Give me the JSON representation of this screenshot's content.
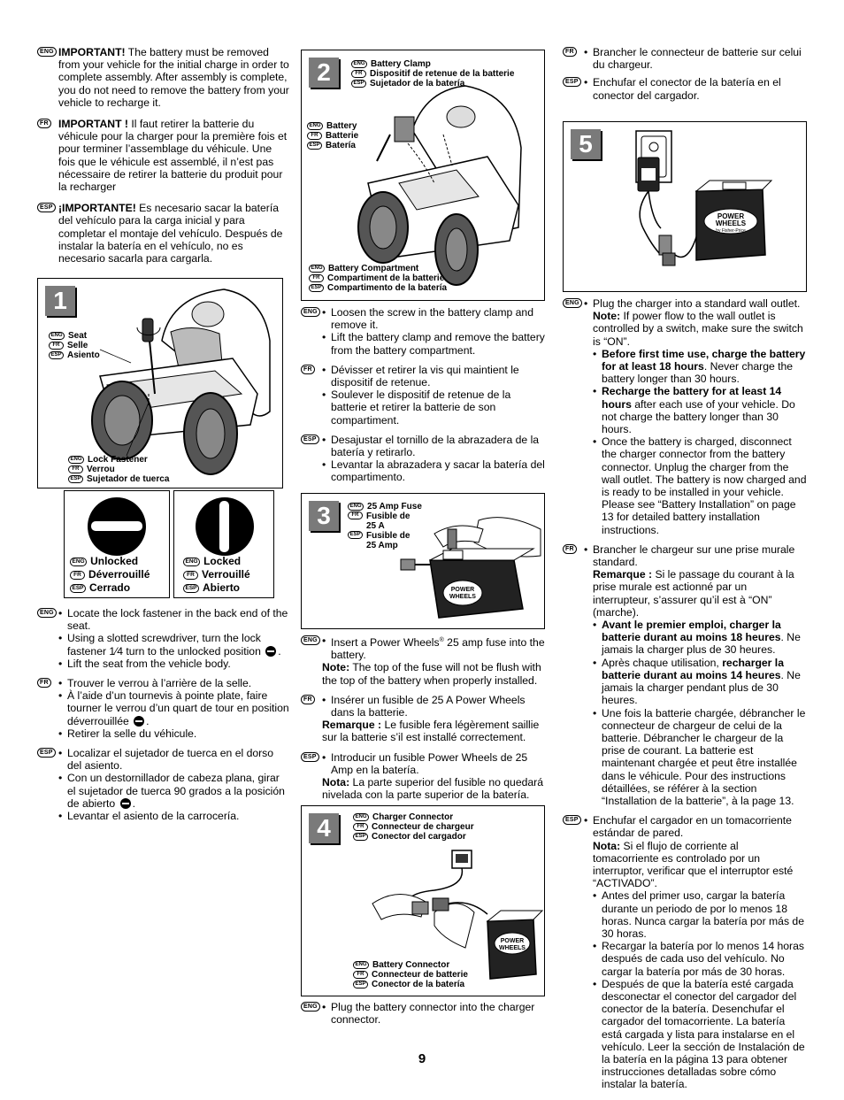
{
  "col1": {
    "eng_important_bold": "IMPORTANT!",
    "eng_important_text": " The battery must be removed from your vehicle for the initial charge in order to complete assembly. After assembly is complete, you do not need to remove the battery from your vehicle to recharge it.",
    "fr_important_bold": "IMPORTANT !",
    "fr_important_text": " Il faut retirer la batterie du véhicule pour la charger pour la première fois et pour terminer l’assemblage du véhicule. Une fois que le véhicule est assemblé, il n’est pas nécessaire de retirer la batterie du produit pour la recharger",
    "esp_important_bold": "¡IMPORTANTE!",
    "esp_important_text": " Es necesario sacar la batería del vehículo para la carga inicial y para completar el montaje del vehículo. Después de instalar la batería en el vehículo, no es necesario sacarla para cargarla.",
    "eng_steps": [
      "Locate the lock fastener in the back end of the seat.",
      "Using a slotted screwdriver, turn the lock fastener 1⁄4 turn to the unlocked position",
      "Lift the seat from the vehicle body."
    ],
    "fr_steps": [
      "Trouver le verrou à l’arrière de la selle.",
      "À l’aide d’un tournevis à pointe plate, faire tourner le verrou d’un quart de tour en position déverrouillée",
      "Retirer la selle du véhicule."
    ],
    "esp_steps": [
      "Localizar el sujetador de tuerca en el dorso del asiento.",
      "Con un destornillador de cabeza plana, girar el sujetador de tuerca 90 grados a la posición de abierto",
      "Levantar el asiento de la carrocería."
    ]
  },
  "tags": {
    "eng": "ENG",
    "fr": "FR",
    "esp": "ESP"
  },
  "fig1": {
    "number": "1",
    "seat": [
      "Seat",
      "Selle",
      "Asiento"
    ],
    "lock": [
      "Lock Fastener",
      "Verrou",
      "Sujetador de tuerca"
    ],
    "unlocked": [
      "Unlocked",
      "Déverrouillé",
      "Cerrado"
    ],
    "locked": [
      "Locked",
      "Verrouillé",
      "Abierto"
    ]
  },
  "fig2": {
    "number": "2",
    "clamp": [
      "Battery Clamp",
      "Dispositif de retenue de la batterie",
      "Sujetador de la batería"
    ],
    "battery": [
      "Battery",
      "Batterie",
      "Batería"
    ],
    "compartment": [
      "Battery Compartment",
      "Compartiment de la batterie",
      "Compartimento de la batería"
    ]
  },
  "col2": {
    "eng_steps": [
      "Loosen the screw in the battery clamp and remove it.",
      "Lift the battery clamp and remove the battery from the battery compartment."
    ],
    "fr_steps": [
      "Dévisser et retirer la vis qui maintient le dispositif de retenue.",
      "Soulever le dispositif de retenue de la batterie et retirer la batterie de son compartiment."
    ],
    "esp_steps": [
      "Desajustar el tornillo de la abrazadera de la batería y retirarlo.",
      "Levantar la abrazadera y sacar la batería del compartimento."
    ],
    "eng_fuse_pre": "Insert a Power Wheels",
    "eng_fuse_reg": "®",
    "eng_fuse_post": " 25 amp fuse into the battery.",
    "eng_note_label": "Note:",
    "eng_note": " The top of the fuse will not be flush with the top of the battery when properly installed.",
    "fr_fuse": "Insérer un fusible de 25 A Power Wheels dans la batterie.",
    "fr_note_label": "Remarque :",
    "fr_note": " Le fusible fera légèrement saillie sur la batterie s’il est installé correctement.",
    "esp_fuse": "Introducir un fusible Power Wheels de 25 Amp en la batería.",
    "esp_note_label": "Nota:",
    "esp_note": " La parte superior del fusible no quedará nivelada con la parte superior de la batería.",
    "eng_plug": "Plug the battery connector into the charger connector."
  },
  "fig3": {
    "number": "3",
    "fuse": [
      "25 Amp Fuse",
      "Fusible de 25 A",
      "Fusible de 25 Amp"
    ]
  },
  "fig4": {
    "number": "4",
    "charger": [
      "Charger Connector",
      "Connecteur de chargeur",
      "Conector del cargador"
    ],
    "battery": [
      "Battery Connector",
      "Connecteur de batterie",
      "Conector de la batería"
    ]
  },
  "fig5": {
    "number": "5"
  },
  "brand": {
    "line1": "POWER",
    "line2": "WHEELS",
    "line3": "by Fisher-Price"
  },
  "col3": {
    "fr_top": "Brancher le connecteur de batterie sur celui du chargeur.",
    "esp_top": "Enchufar el conector de la batería en el conector del cargador.",
    "eng_plug": "Plug the charger into a standard wall outlet.",
    "eng_note_label": "Note:",
    "eng_note": " If power flow to the wall outlet is controlled by a switch, make sure the switch is “ON”.",
    "eng_b1_bold": "Before first time use, charge the battery for at least 18 hours",
    "eng_b1": ". Never charge the battery longer than 30 hours.",
    "eng_b2_bold": "Recharge the battery for at least 14 hours",
    "eng_b2": " after each use of your vehicle. Do not charge the battery longer than 30 hours.",
    "eng_b3": "Once the battery is charged, disconnect the charger connector from the battery connector. Unplug the charger from the wall outlet. The battery is now charged and is ready to be installed in your vehicle. Please see “Battery Installation” on page 13 for detailed battery installation instructions.",
    "fr_plug": "Brancher le chargeur sur une prise murale standard.",
    "fr_note_label": "Remarque :",
    "fr_note": " Si le passage du courant à la prise murale est actionné par un interrupteur, s’assurer qu’il est à “ON” (marche).",
    "fr_b1_bold": "Avant le premier emploi, charger la batterie durant au moins 18 heures",
    "fr_b1": ". Ne jamais la charger plus de 30 heures.",
    "fr_b2_pre": "Après chaque utilisation, ",
    "fr_b2_bold": "recharger la batterie durant au moins 14 heures",
    "fr_b2": ". Ne jamais la charger pendant plus de 30 heures.",
    "fr_b3": "Une fois la batterie chargée, débrancher le connecteur de chargeur de celui de la batterie. Débrancher le chargeur de la prise de courant. La batterie est maintenant chargée et peut être installée dans le véhicule. Pour des instructions détaillées, se référer à la section “Installation de la batterie”, à la page 13.",
    "esp_plug": "Enchufar el cargador en un tomacorriente estándar de pared.",
    "esp_note_label": "Nota:",
    "esp_note": " Si el flujo de corriente al tomacorriente es controlado por un interruptor, verificar que el interruptor esté “ACTIVADO”.",
    "esp_b1": "Antes del primer uso, cargar la batería durante un periodo de por lo menos 18 horas. Nunca cargar la batería por más de 30 horas.",
    "esp_b2": "Recargar la batería por lo menos 14 horas después de cada uso del vehículo. No cargar la batería por más de 30 horas.",
    "esp_b3": "Después de que la batería esté cargada desconectar el conector del cargador del conector de la batería. Desenchufar el cargador del tomacorriente. La batería está cargada y lista para instalarse en el vehículo. Leer la sección de Instalación de la batería en la página 13 para obtener instrucciones detalladas sobre cómo instalar la batería."
  },
  "page_number": "9"
}
